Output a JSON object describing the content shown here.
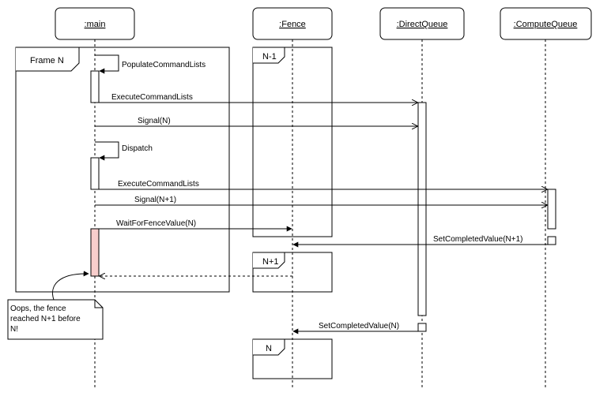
{
  "diagram": {
    "participants": [
      {
        "id": "main",
        "label": ":main"
      },
      {
        "id": "fence",
        "label": ":Fence"
      },
      {
        "id": "direct",
        "label": ":DirectQueue"
      },
      {
        "id": "compute",
        "label": ":ComputeQueue"
      }
    ],
    "frames": [
      {
        "id": "frame-n",
        "label": "Frame N"
      },
      {
        "id": "fence-state-n-minus-1",
        "label": "N-1"
      },
      {
        "id": "fence-state-n-plus-1",
        "label": "N+1"
      },
      {
        "id": "fence-state-n",
        "label": "N"
      }
    ],
    "messages": [
      {
        "id": "populate",
        "label": "PopulateCommandLists",
        "from": "main",
        "to": "main"
      },
      {
        "id": "execute-direct",
        "label": "ExecuteCommandLists",
        "from": "main",
        "to": "direct"
      },
      {
        "id": "signal-n",
        "label": "Signal(N)",
        "from": "main",
        "to": "direct"
      },
      {
        "id": "dispatch",
        "label": "Dispatch",
        "from": "main",
        "to": "main"
      },
      {
        "id": "execute-compute",
        "label": "ExecuteCommandLists",
        "from": "main",
        "to": "compute"
      },
      {
        "id": "signal-n-plus-1",
        "label": "Signal(N+1)",
        "from": "main",
        "to": "compute"
      },
      {
        "id": "wait-fence",
        "label": "WaitForFenceValue(N)",
        "from": "main",
        "to": "fence"
      },
      {
        "id": "set-completed-n-plus-1",
        "label": "SetCompletedValue(N+1)",
        "from": "compute",
        "to": "fence"
      },
      {
        "id": "set-completed-n",
        "label": "SetCompletedValue(N)",
        "from": "direct",
        "to": "fence"
      }
    ],
    "note": {
      "lines": [
        "Oops, the fence",
        "reached N+1 before",
        "N!"
      ]
    },
    "colors": {
      "line": "#000000",
      "waiting_activation": "#f8cecc",
      "background": "#ffffff"
    }
  }
}
